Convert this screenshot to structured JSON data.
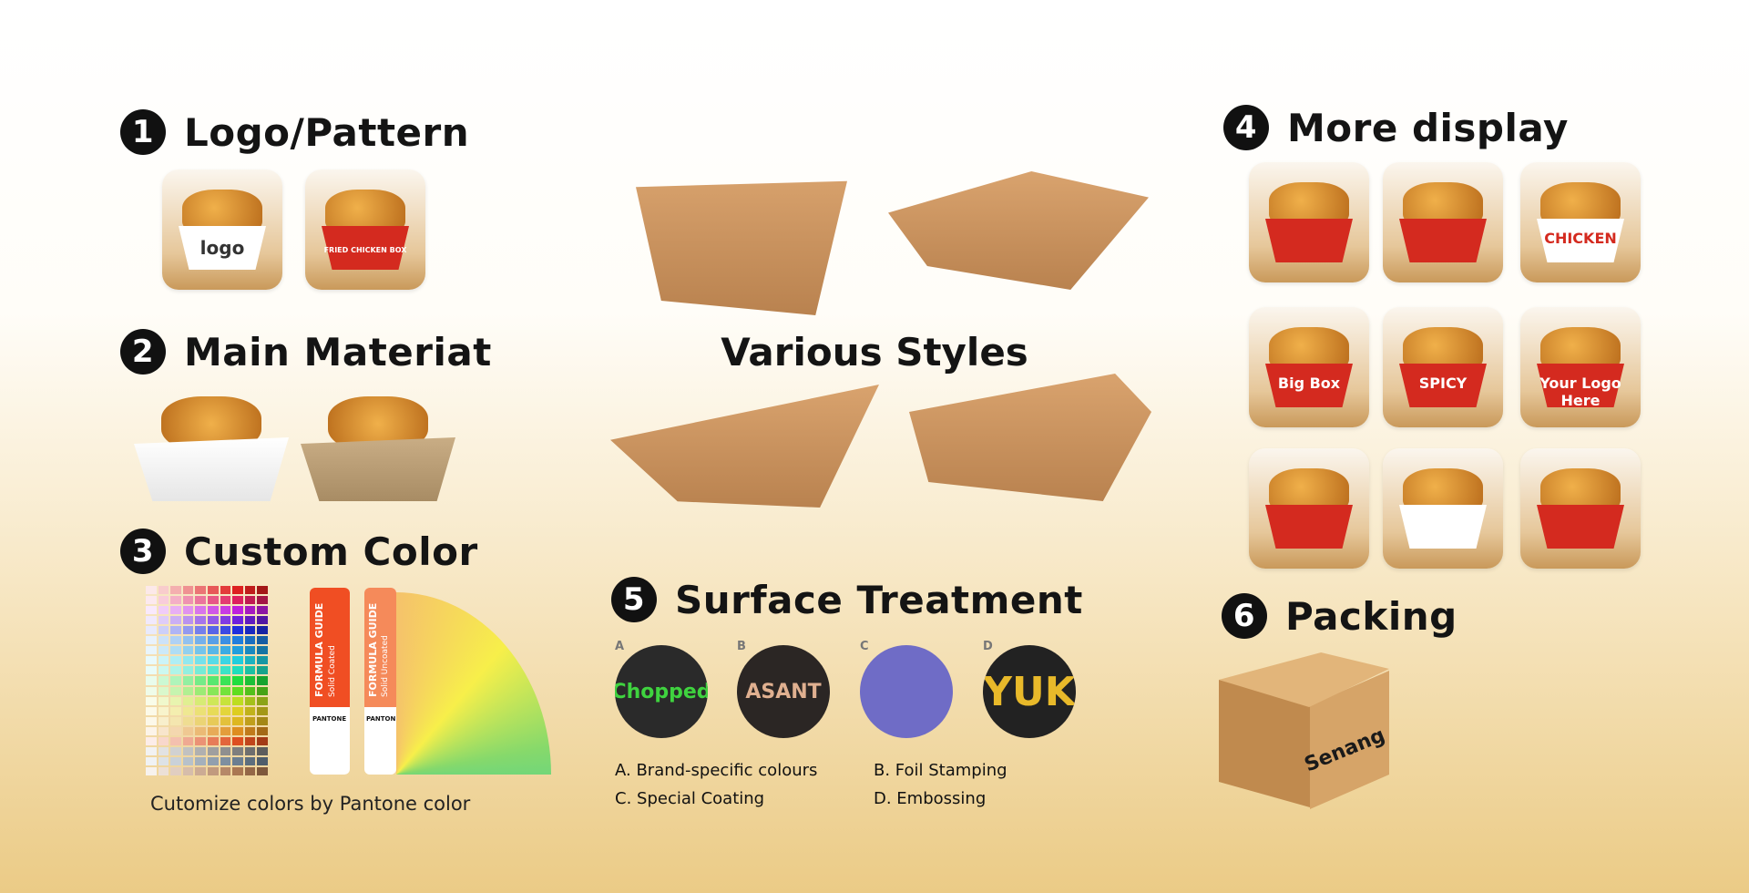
{
  "sections": {
    "logo": {
      "num": "1",
      "title": "Logo/Pattern",
      "tiles": [
        {
          "text": "logo",
          "pack": "#ffffff",
          "text_color": "#333333"
        },
        {
          "text": "FRIED CHICKEN BOX",
          "pack": "#d42a1f",
          "text_color": "#ffffff"
        }
      ]
    },
    "material": {
      "num": "2",
      "title": "Main Materiat"
    },
    "color": {
      "num": "3",
      "title": "Custom Color",
      "caption": "Cutomize colors by Pantone color",
      "guide1": "FORMULA GUIDE",
      "guide1_sub": "Solid Coated",
      "guide2": "FORMULA GUIDE",
      "guide2_sub": "Solid Uncoated",
      "brand": "PANTONE"
    },
    "styles": {
      "title": "Various Styles"
    },
    "display": {
      "num": "4",
      "title": "More display",
      "tiles": [
        {
          "text": "",
          "pack": "#d42a1f"
        },
        {
          "text": "",
          "pack": "#d42a1f"
        },
        {
          "text": "CHICKEN",
          "pack": "#ffffff"
        },
        {
          "text": "Big Box",
          "pack": "#d42a1f"
        },
        {
          "text": "SPICY",
          "pack": "#d42a1f"
        },
        {
          "text": "Your Logo Here",
          "pack": "#d42a1f"
        },
        {
          "text": "",
          "pack": "#d42a1f"
        },
        {
          "text": "",
          "pack": "#ffffff"
        },
        {
          "text": "",
          "pack": "#d42a1f"
        }
      ]
    },
    "surface": {
      "num": "5",
      "title": "Surface Treatment",
      "samples": [
        {
          "letter": "A",
          "text": "Chopped",
          "bg": "#2a2a2a",
          "fg": "#3fd33f"
        },
        {
          "letter": "B",
          "text": "ASANT",
          "bg": "#2b2624",
          "fg": "#e0b090"
        },
        {
          "letter": "C",
          "text": "",
          "bg": "#6f6cc6",
          "fg": "#ffffff"
        },
        {
          "letter": "D",
          "text": "YUK",
          "bg": "#222222",
          "fg": "#e8b92a"
        }
      ],
      "options": [
        "A. Brand-specific colours",
        "B. Foil Stamping",
        "C. Special Coating",
        "D. Embossing"
      ]
    },
    "packing": {
      "num": "6",
      "title": "Packing",
      "box_text": "Senang"
    }
  },
  "colors": {
    "accent_red": "#d42a1f",
    "kraft": "#c8915c",
    "pantone_orange": "#f04e23"
  }
}
